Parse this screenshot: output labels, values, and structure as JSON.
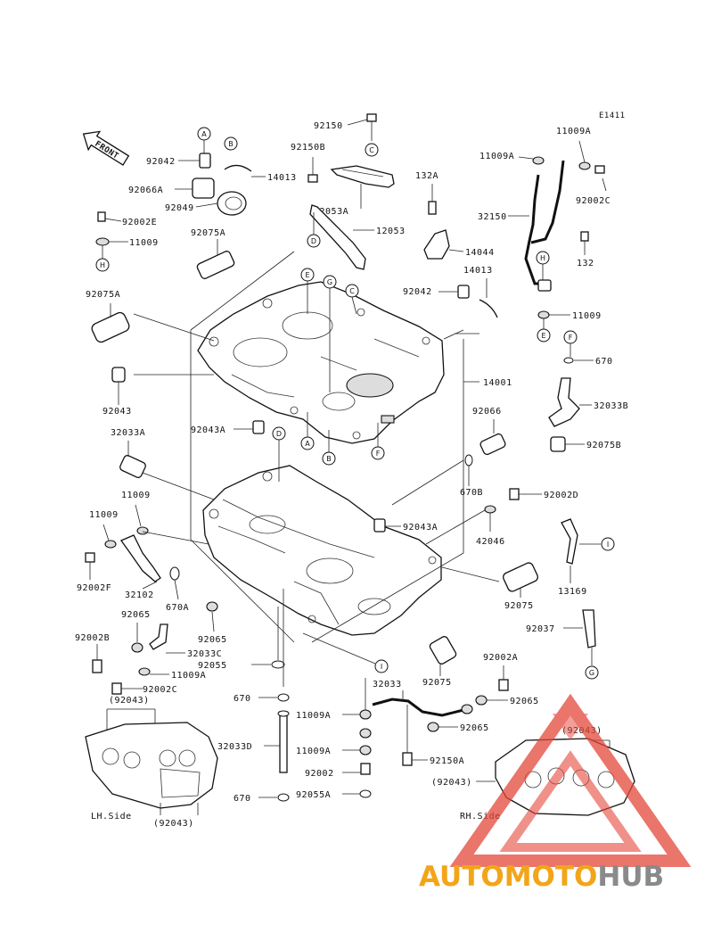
{
  "diagram_code": "E1411",
  "front_label": "FRONT",
  "labels": {
    "p92150": "92150",
    "p92150B": "92150B",
    "p92042": "92042",
    "p14013": "14013",
    "p92066A": "92066A",
    "p92049": "92049",
    "p92002E": "92002E",
    "p11009": "11009",
    "p92075A_top": "92075A",
    "p12053A": "12053A",
    "p12053": "12053",
    "p132A": "132A",
    "p14044": "14044",
    "p11009A_top": "11009A",
    "p11009A_left": "11009A",
    "p92002C": "92002C",
    "p32150": "32150",
    "p132": "132",
    "p14013b": "14013",
    "p92042b": "92042",
    "p92075A": "92075A",
    "p11009_right": "11009",
    "p670": "670",
    "p14001": "14001",
    "p32033B": "32033B",
    "p92043": "92043",
    "p92043A_top": "92043A",
    "p92066": "92066",
    "p92075B": "92075B",
    "p32033A": "32033A",
    "p670B": "670B",
    "p92002D": "92002D",
    "p11009b": "11009",
    "p11009c": "11009",
    "p92043A_mid": "92043A",
    "p42046": "42046",
    "p92002F": "92002F",
    "p32102": "32102",
    "p670A": "670A",
    "p13169": "13169",
    "p92075": "92075",
    "p92065_a": "92065",
    "p92065_b": "92065",
    "p92037": "92037",
    "p92002B": "92002B",
    "p32033C": "32033C",
    "p11009A_b": "11009A",
    "p92055": "92055",
    "p92002A": "92002A",
    "p92002C_b": "92002C",
    "p92043_paren1": "(92043)",
    "p670_b": "670",
    "p32033": "32033",
    "p92075_b": "92075",
    "p92065_c": "92065",
    "p11009A_c": "11009A",
    "p92065_d": "92065",
    "p32033D": "32033D",
    "p11009A_d": "11009A",
    "p92150A": "92150A",
    "p92002": "92002",
    "p92043_paren2": "(92043)",
    "p92043_paren3": "(92043)",
    "p670_c": "670",
    "p92055A": "92055A",
    "lh_side": "LH.Side",
    "p92043_paren4": "(92043)",
    "rh_side": "RH.Side"
  },
  "callouts": {
    "A1": "A",
    "B1": "B",
    "C1": "C",
    "D1": "D",
    "H1": "H",
    "E1": "E",
    "G1": "G",
    "C2": "C",
    "A2": "A",
    "B2": "B",
    "D2": "D",
    "F1": "F",
    "H2": "H",
    "E2": "E",
    "F2": "F",
    "I1": "I",
    "I2": "I",
    "G2": "G"
  },
  "watermark": {
    "part1": "AUTOMOTO",
    "part2": "HUB",
    "color_orange": "#f2a51a",
    "color_red": "#e4473a",
    "color_gray": "#8a8a8a"
  }
}
